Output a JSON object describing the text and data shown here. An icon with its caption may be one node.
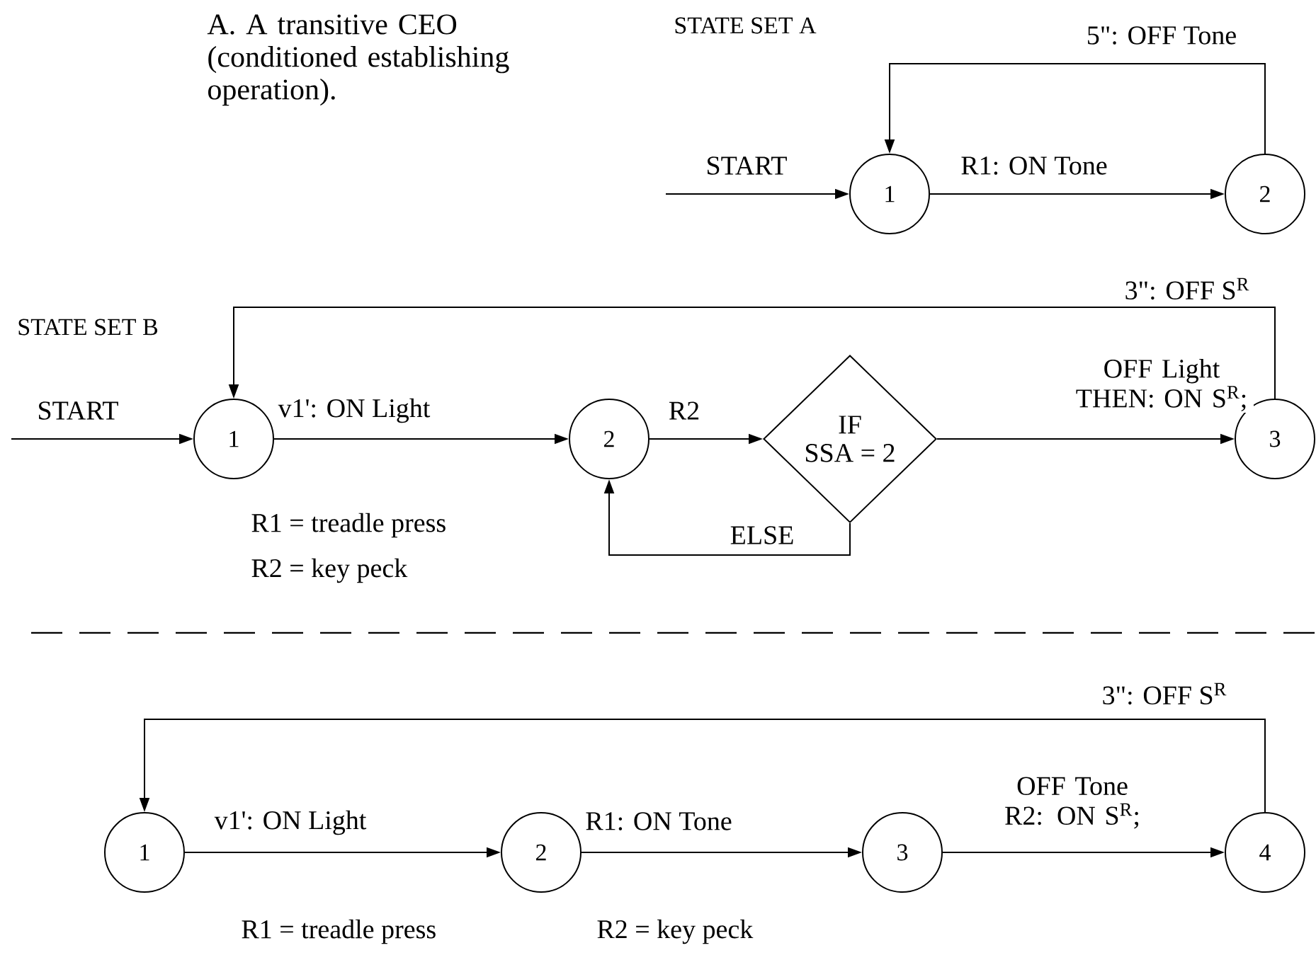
{
  "diagram": {
    "title": "A. A transitive CEO (conditioned establishing operation).",
    "nodes": [
      {
        "text": [
          "1"
        ]
      },
      {
        "text": [
          "2"
        ]
      },
      {
        "text": [
          "1"
        ]
      },
      {
        "text": [
          "2"
        ]
      },
      {
        "text": [
          "IF",
          "SSA = 2"
        ]
      },
      {
        "text": [
          "3"
        ]
      },
      {
        "text": [
          "1"
        ]
      },
      {
        "text": [
          "2"
        ]
      },
      {
        "text": [
          "3"
        ]
      },
      {
        "text": [
          "4"
        ]
      }
    ],
    "edges": [
      {
        "from": null,
        "to": 0,
        "arrow": "to",
        "label": "START"
      },
      {
        "from": 0,
        "to": 1,
        "arrow": "to",
        "label": "R1: ON Tone"
      },
      {
        "from": 1,
        "to": 0,
        "arrow": "to",
        "label": "5\": OFF Tone"
      },
      {
        "from": null,
        "to": 2,
        "arrow": "to",
        "label": "START"
      },
      {
        "from": 2,
        "to": 3,
        "arrow": "to",
        "label": "v1': ON Light"
      },
      {
        "from": 3,
        "to": 4,
        "arrow": "to",
        "label": "R2"
      },
      {
        "from": 4,
        "to": 5,
        "arrow": "to",
        "label": "OFF Light THEN: ON S$^{R}$;"
      },
      {
        "from": 4,
        "to": 3,
        "arrow": "to",
        "label": "ELSE"
      },
      {
        "from": 5,
        "to": 2,
        "arrow": "to",
        "label": "3\": OFF S$^{R}$"
      },
      {
        "from": 6,
        "to": 7,
        "arrow": "to",
        "label": "v1': ON Light"
      },
      {
        "from": 7,
        "to": 8,
        "arrow": "to",
        "label": "R1: ON Tone"
      },
      {
        "from": 8,
        "to": 9,
        "arrow": "to",
        "label": "OFF Tone R2: ON S$^{R}$;"
      },
      {
        "from": 9,
        "to": 6,
        "arrow": "to",
        "label": "3\": OFF S$^{R}$"
      }
    ],
    "labels": [
      "STATE SET A",
      "STATE SET B",
      "R1 = treadle press",
      "R2 = key peck",
      "R1 = treadle press",
      "R2 = key peck"
    ]
  }
}
